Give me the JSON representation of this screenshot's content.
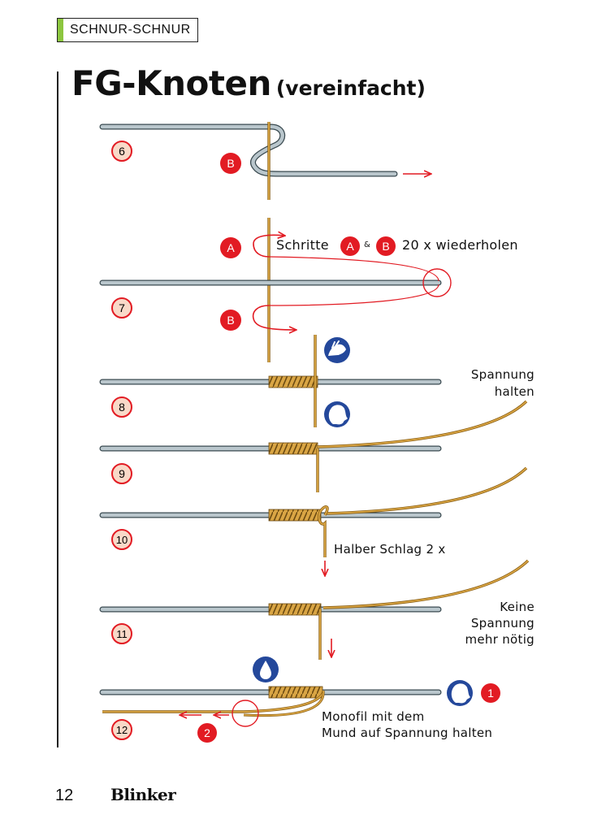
{
  "section_tag": "SCHNUR-SCHNUR",
  "title": {
    "main": "FG-Knoten",
    "sub": "(vereinfacht)"
  },
  "steps": [
    "6",
    "7",
    "8",
    "9",
    "10",
    "11",
    "12"
  ],
  "markers": {
    "a": "A",
    "b": "B",
    "one": "1",
    "two": "2"
  },
  "step7_text": {
    "prefix": "Schritte",
    "amp": "&",
    "suffix": "20 x wiederholen"
  },
  "step8_text": {
    "line1": "Spannung",
    "line2": "halten"
  },
  "step10_text": "Halber Schlag 2 x",
  "step11_text": {
    "line1": "Keine",
    "line2": "Spannung",
    "line3": "mehr nötig"
  },
  "step12_text": {
    "line1": "Monofil mit dem",
    "line2": "Mund auf Spannung halten"
  },
  "footer": {
    "page": "12",
    "brand": "Blinker"
  },
  "colors": {
    "accent_green": "#8cc63f",
    "red": "#e21b23",
    "blue": "#24489b",
    "braid": "#c8962e",
    "mono": "#b9c6cc"
  },
  "icons": [
    "hand-icon",
    "head-icon",
    "drop-icon"
  ]
}
